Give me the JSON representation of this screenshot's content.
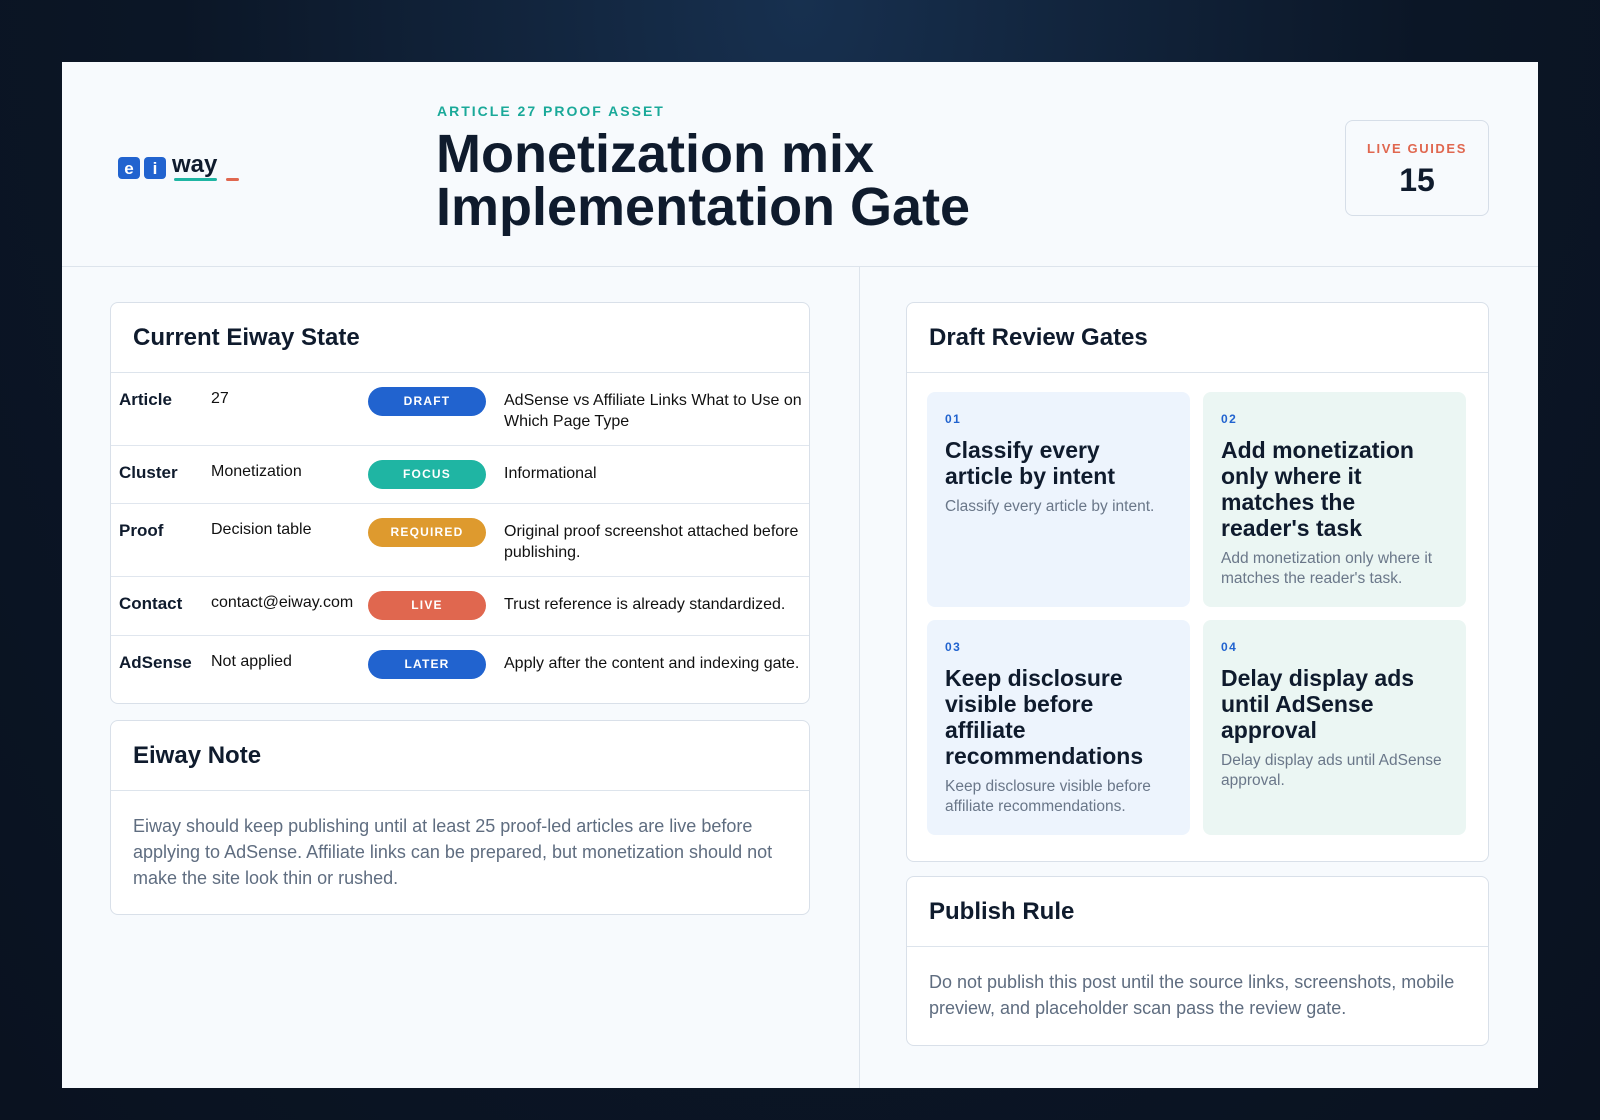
{
  "brand": {
    "tile1": "e",
    "tile2": "i",
    "word": "way"
  },
  "header": {
    "kicker": "ARTICLE 27 PROOF ASSET",
    "title_line1": "Monetization mix",
    "title_line2": "Implementation Gate",
    "live_label": "LIVE GUIDES",
    "live_value": "15"
  },
  "state": {
    "title": "Current Eiway State",
    "rows": [
      {
        "key": "Article",
        "value": "27",
        "badge": "DRAFT",
        "badge_color": "#2163cf",
        "desc": "AdSense vs Affiliate Links What to Use on Which Page Type"
      },
      {
        "key": "Cluster",
        "value": "Monetization",
        "badge": "FOCUS",
        "badge_color": "#1fb5a3",
        "desc": "Informational"
      },
      {
        "key": "Proof",
        "value": "Decision table",
        "badge": "REQUIRED",
        "badge_color": "#de9a2e",
        "desc": "Original proof screenshot attached before publishing."
      },
      {
        "key": "Contact",
        "value": "contact@eiway.com",
        "badge": "LIVE",
        "badge_color": "#e0674f",
        "desc": "Trust reference is already standardized."
      },
      {
        "key": "AdSense",
        "value": "Not applied",
        "badge": "LATER",
        "badge_color": "#2163cf",
        "desc": "Apply after the content and indexing gate."
      }
    ]
  },
  "note": {
    "title": "Eiway Note",
    "body": "Eiway should keep publishing until at least 25 proof-led articles are live before applying to AdSense. Affiliate links can be prepared, but monetization should not make the site look thin or rushed."
  },
  "gates": {
    "title": "Draft Review Gates",
    "items": [
      {
        "num": "01",
        "title": "Classify every article by intent",
        "sub": "Classify every article by intent."
      },
      {
        "num": "02",
        "title": "Add monetization only where it matches the reader's task",
        "sub": "Add monetization only where it matches the reader's task."
      },
      {
        "num": "03",
        "title": "Keep disclosure visible before affiliate recommendations",
        "sub": "Keep disclosure visible before affiliate recommendations."
      },
      {
        "num": "04",
        "title": "Delay display ads until AdSense approval",
        "sub": "Delay display ads until AdSense approval."
      }
    ]
  },
  "rule": {
    "title": "Publish Rule",
    "body": "Do not publish this post until the source links, screenshots, mobile preview, and placeholder scan pass the review gate."
  }
}
